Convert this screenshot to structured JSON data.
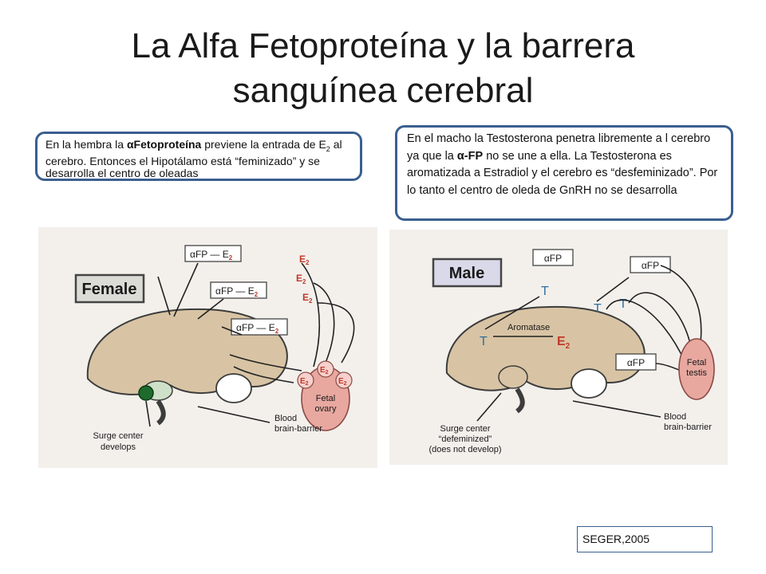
{
  "slide": {
    "title_line1": "La Alfa Fetoproteína y la barrera",
    "title_line2": "sanguínea cerebral",
    "female_note": {
      "t1": "En la hembra la ",
      "t2": "αFetoproteína",
      "t3": " previene  la entrada de E",
      "t4": "2",
      "t5": " al cerebro. Entonces el Hipotálamo está “feminizado” y se desarrolla el  centro de oleadas"
    },
    "male_note": {
      "t1": "En el macho la Testosterona penetra libremente a l cerebro ya que la ",
      "t2": "α-FP",
      "t3": " no  se une a ella. La Testosterona  es aromatizada  a Estradiol y el cerebro  es  “desfeminizado”. Por lo tanto el centro de oleda de GnRH no se desarrolla"
    },
    "citation": "SEGER,2005"
  },
  "female_figure": {
    "header": "Female",
    "afp_labels": [
      "αFP — E",
      "αFP — E",
      "αFP — E"
    ],
    "e2_sub": "2",
    "e2_free": [
      "E",
      "E",
      "E"
    ],
    "ovary_e2": [
      "E",
      "E",
      "E"
    ],
    "ovary_label1": "Fetal",
    "ovary_label2": "ovary",
    "bbb1": "Blood",
    "bbb2": "brain-barrier",
    "surge1": "Surge center",
    "surge2": "develops"
  },
  "male_figure": {
    "header": "Male",
    "afp_labels": [
      "αFP",
      "αFP",
      "αFP"
    ],
    "t_labels": [
      "T",
      "T",
      "T",
      "T"
    ],
    "aromatase": "Aromatase",
    "e2": "E",
    "e2_sub": "2",
    "testis1": "Fetal",
    "testis2": "testis",
    "bbb1": "Blood",
    "bbb2": "brain-barrier",
    "surge1": "Surge center",
    "surge2": "“defeminized”",
    "surge3": "(does not develop)"
  },
  "colors": {
    "note_border": "#3a5f8f",
    "brain": "#d8c4a4",
    "e2": "#c0392b",
    "testosterone": "#2f6fa0",
    "gonad": "#e8a8a0",
    "paper": "#f3f0ec"
  }
}
